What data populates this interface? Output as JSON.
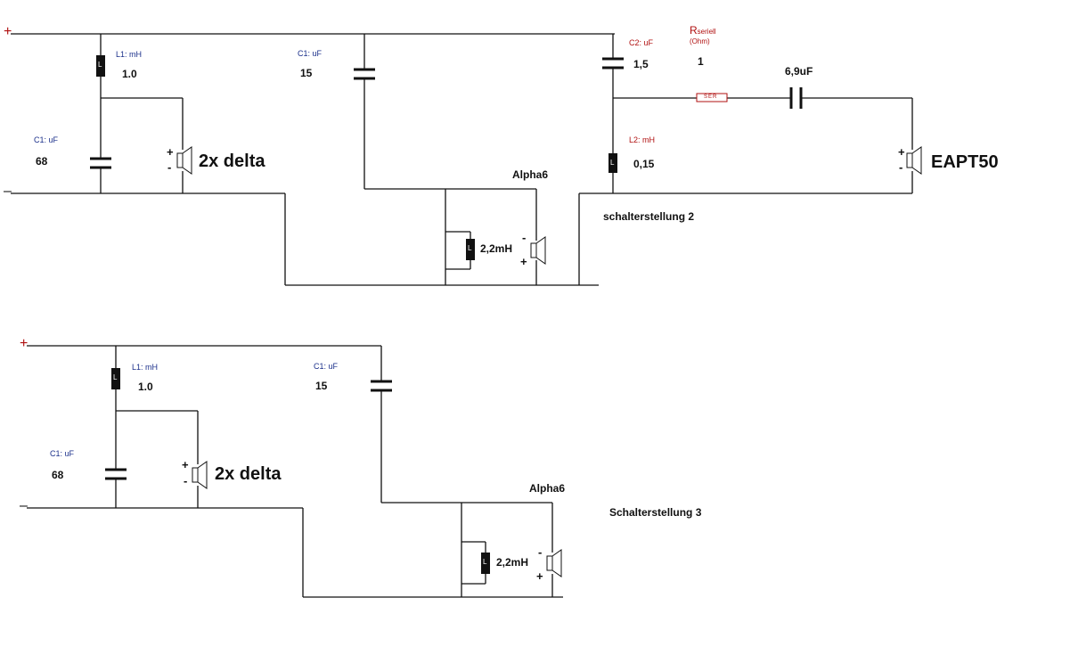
{
  "top_circuit": {
    "rail_plus": "+",
    "rail_minus": "–",
    "l1": {
      "label": "L1: mH",
      "value": "1.0"
    },
    "c1_left": {
      "label": "C1: uF",
      "value": "68"
    },
    "c1_mid": {
      "label": "C1: uF",
      "value": "15"
    },
    "c2": {
      "label": "C2: uF",
      "value": "1,5"
    },
    "l2": {
      "label": "L2: mH",
      "value": "0,15"
    },
    "r_seriell": {
      "main": "R",
      "sub": "seriell",
      "unit": "(Ohm)",
      "value": "1"
    },
    "c_series": {
      "value": "6,9uF"
    },
    "inductor_alpha": {
      "value": "2,2mH"
    },
    "speaker_delta": {
      "name": "2x delta",
      "plus": "+",
      "minus": "-"
    },
    "speaker_alpha": {
      "name": "Alpha6",
      "plus": "+",
      "minus": "-"
    },
    "speaker_eapt": {
      "name": "EAPT50",
      "plus": "+",
      "minus": "-"
    },
    "switch_note": "schalterstellung 2"
  },
  "bottom_circuit": {
    "rail_plus": "+",
    "rail_minus": "–",
    "l1": {
      "label": "L1: mH",
      "value": "1.0"
    },
    "c1_left": {
      "label": "C1: uF",
      "value": "68"
    },
    "c1_mid": {
      "label": "C1: uF",
      "value": "15"
    },
    "inductor_alpha": {
      "value": "2,2mH"
    },
    "speaker_delta": {
      "name": "2x delta",
      "plus": "+",
      "minus": "-"
    },
    "speaker_alpha": {
      "name": "Alpha6",
      "plus": "+",
      "minus": "-"
    },
    "switch_note": "Schalterstellung 3"
  },
  "symbols": {
    "inductor_letter": "L",
    "resistor_text": "SER"
  },
  "colors": {
    "wire": "#111111",
    "label_blue": "#1a2f8a",
    "label_red": "#b01010"
  }
}
